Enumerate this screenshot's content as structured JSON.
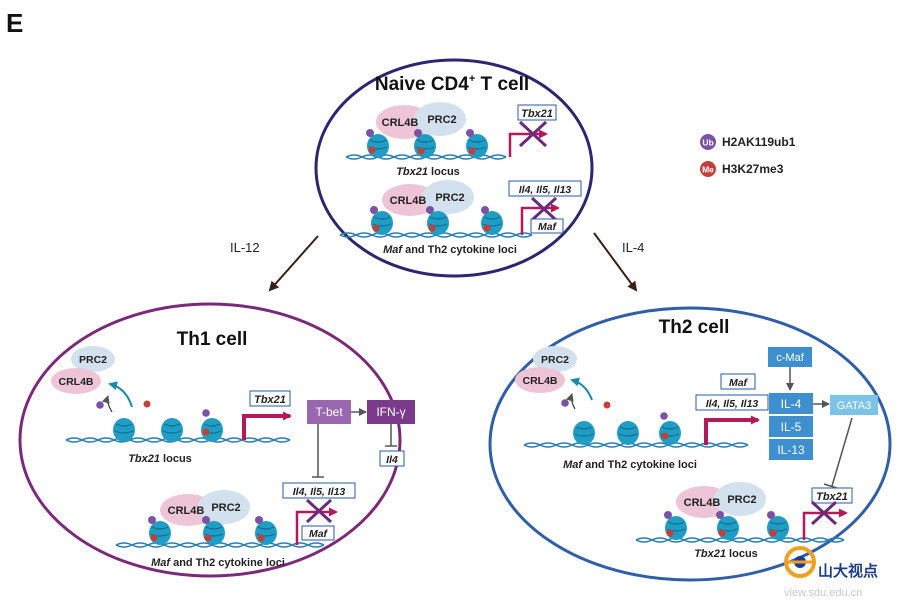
{
  "panel_label": "E",
  "naive": {
    "title": "Naive CD4",
    "title_sup": "+",
    "title_end": " T cell",
    "crl4b": "CRL4B",
    "prc2": "PRC2",
    "tbx21_gene": "Tbx21",
    "tbx21_locus_italic": "Tbx21",
    "tbx21_locus_rest": "  locus",
    "th2_genes": "Il4, Il5, Il13",
    "maf_gene": "Maf",
    "maf_locus_italic": "Maf",
    "maf_locus_rest": " and Th2 cytokine loci"
  },
  "legend": {
    "ub_label": "H2AK119ub1",
    "me_label": "H3K27me3",
    "ub_icon": "Ub",
    "me_icon": "Me"
  },
  "arrows": {
    "left": "IL-12",
    "right": "IL-4"
  },
  "th1": {
    "title": "Th1 cell",
    "prc2": "PRC2",
    "crl4b": "CRL4B",
    "tbx21_gene": "Tbx21",
    "tbet": "T-bet",
    "ifng": "IFN-γ",
    "il4": "Il4",
    "tbx21_locus_italic": "Tbx21",
    "tbx21_locus_rest": "  locus",
    "th2_genes": "Il4, Il5, Il13",
    "maf_gene": "Maf",
    "crl4b_2": "CRL4B",
    "prc2_2": "PRC2",
    "maf_locus_italic": "Maf",
    "maf_locus_rest": " and Th2 cytokine loci"
  },
  "th2": {
    "title": "Th2 cell",
    "prc2": "PRC2",
    "crl4b": "CRL4B",
    "maf_gene": "Maf",
    "th2_genes": "Il4, Il5, Il13",
    "cmaf": "c-Maf",
    "il4": "IL-4",
    "il5": "IL-5",
    "il13": "IL-13",
    "gata3": "GATA3",
    "maf_locus_italic": "Maf",
    "maf_locus_rest": " and Th2 cytokine loci",
    "crl4b_2": "CRL4B",
    "prc2_2": "PRC2",
    "tbx21_gene": "Tbx21",
    "tbx21_locus_italic": "Tbx21",
    "tbx21_locus_rest": "  locus"
  },
  "watermark": {
    "cn": "山大视点",
    "url": "view.sdu.edu.cn"
  },
  "colors": {
    "naive_border": "#2b2670",
    "th1_border": "#7b2a7a",
    "th2_border": "#2f5fa8",
    "nucleosome": "#1f9dc4",
    "ub": "#7c52a6",
    "me": "#c2403a",
    "red_arrow": "#b4195a",
    "purple_box": "#9a66b0",
    "blue_box": "#3e8fd0",
    "light_blue_box": "#7cc3ea"
  }
}
